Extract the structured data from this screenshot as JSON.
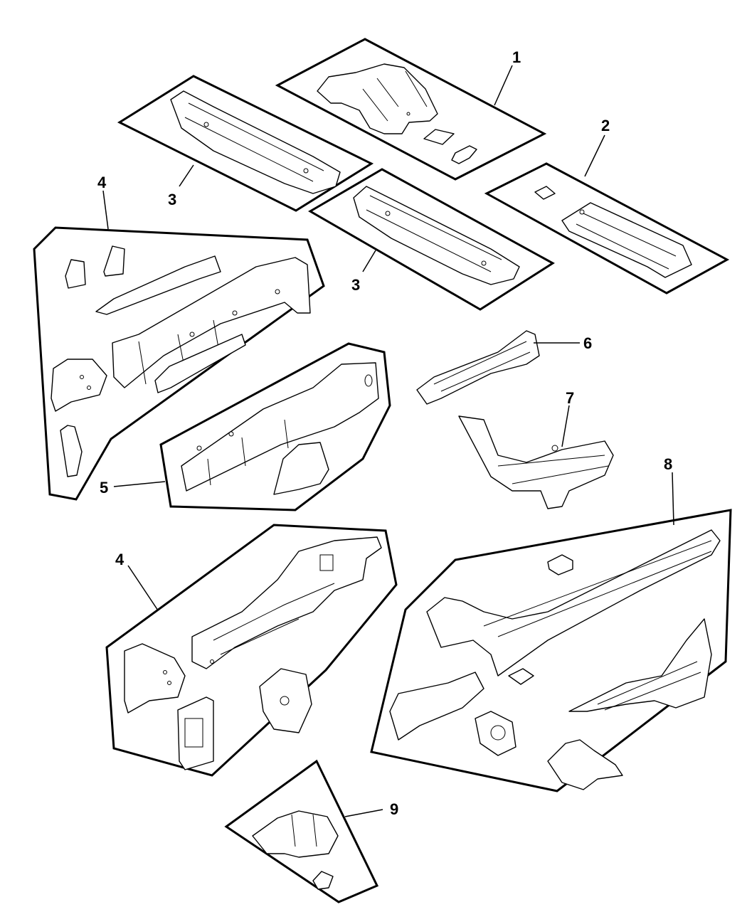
{
  "diagram": {
    "type": "exploded-parts-diagram",
    "subject": "vehicle body frame / floor pan rails",
    "callouts": [
      {
        "id": "c1",
        "label": "1",
        "group": "front floor pan tunnel with brackets"
      },
      {
        "id": "c2",
        "label": "2",
        "group": "rear floor cross member with pad"
      },
      {
        "id": "c3a",
        "label": "3",
        "group": "front cross member (left view)"
      },
      {
        "id": "c3b",
        "label": "3",
        "group": "front cross member (right view)"
      },
      {
        "id": "c4a",
        "label": "4",
        "group": "front frame rail assembly with brackets"
      },
      {
        "id": "c5",
        "label": "5",
        "group": "side rail reinforcement panel"
      },
      {
        "id": "c6",
        "label": "6",
        "group": "tunnel heat shield"
      },
      {
        "id": "c7",
        "label": "7",
        "group": "rear floor rail section"
      },
      {
        "id": "c4b",
        "label": "4",
        "group": "rear frame rail assembly with brackets"
      },
      {
        "id": "c8",
        "label": "8",
        "group": "rear floor pan and rail set"
      },
      {
        "id": "c9",
        "label": "9",
        "group": "mount bracket with nut"
      }
    ]
  }
}
